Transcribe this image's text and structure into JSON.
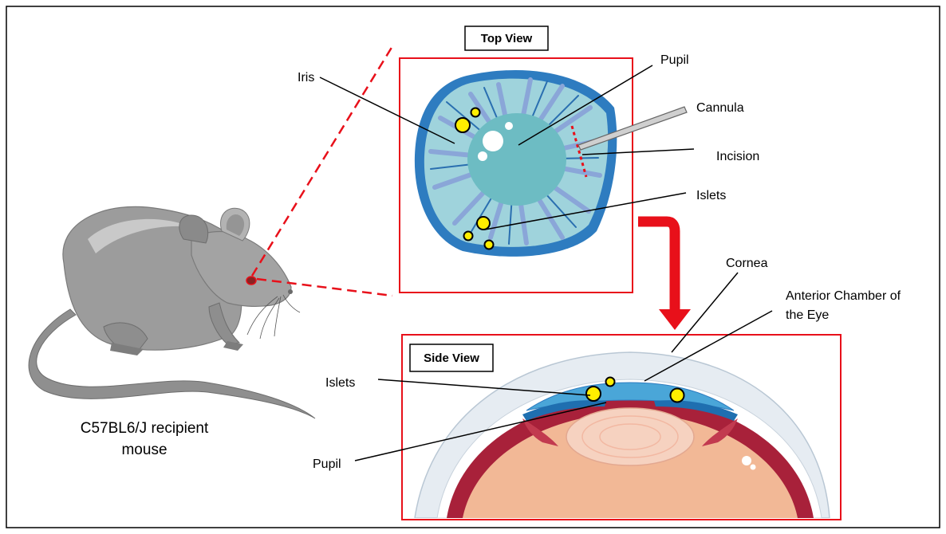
{
  "colors": {
    "frame": "#000000",
    "highlight_red": "#e8101a",
    "mouse_body": "#9a9a9a",
    "iris_blue": "#2f7fc0",
    "iris_fill": "#6fb8c4",
    "islet_yellow": "#ffee00",
    "lens_skin": "#f2b896",
    "sclera_red": "#a8213a"
  },
  "mouse": {
    "caption_line1": "C57BL6/J recipient",
    "caption_line2": "mouse"
  },
  "top_view": {
    "title": "Top View",
    "labels": {
      "iris": "Iris",
      "pupil": "Pupil",
      "cannula": "Cannula",
      "incision": "Incision",
      "islets": "Islets"
    }
  },
  "side_view": {
    "title": "Side View",
    "labels": {
      "cornea": "Cornea",
      "anterior_line1": "Anterior Chamber of",
      "anterior_line2": "the Eye",
      "islets": "Islets",
      "pupil": "Pupil"
    }
  }
}
